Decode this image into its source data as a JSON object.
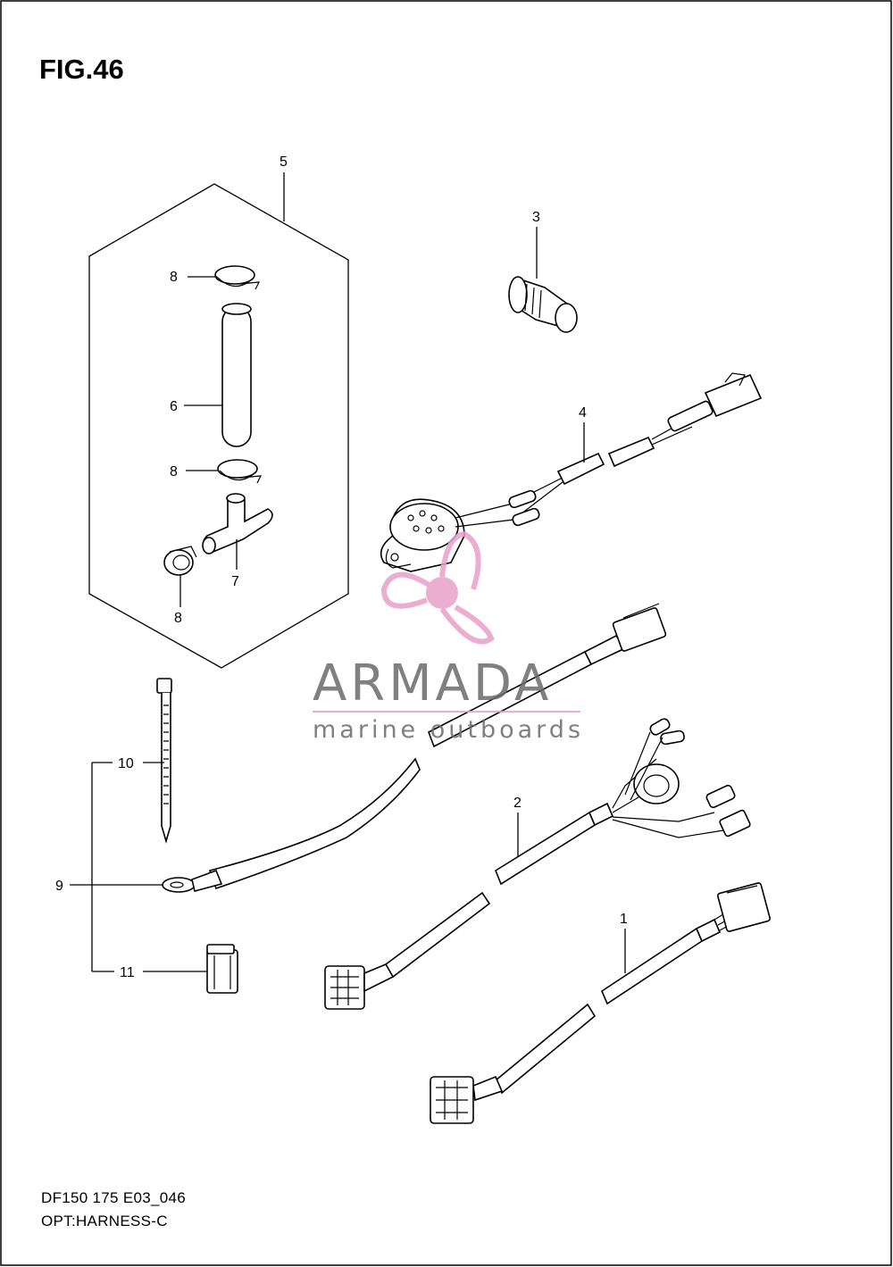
{
  "figure": {
    "title": "FIG.46",
    "code": "DF150 175 E03_046",
    "name": "OPT:HARNESS-C"
  },
  "callouts": {
    "c1": "1",
    "c2": "2",
    "c3": "3",
    "c4": "4",
    "c5": "5",
    "c6": "6",
    "c7": "7",
    "c8a": "8",
    "c8b": "8",
    "c8c": "8",
    "c9": "9",
    "c10": "10",
    "c11": "11"
  },
  "watermark": {
    "brand": "ARMADA",
    "tagline": "marine outboards",
    "color_text": "#6b6b6b",
    "color_logo": "#e8a0c8"
  }
}
